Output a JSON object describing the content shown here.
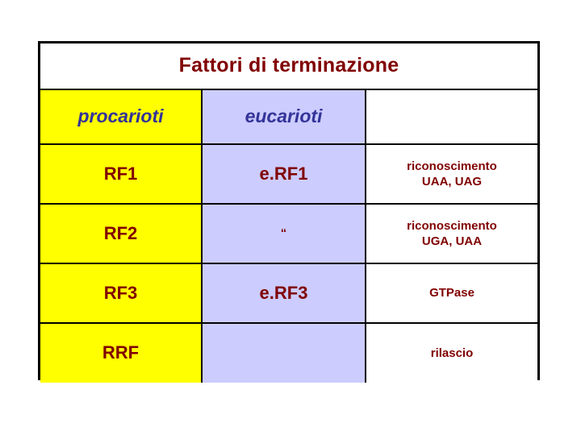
{
  "slide": {
    "title": "Fattori di terminazione",
    "background_color": "#FFFFFF",
    "title_color": "#800000"
  },
  "table": {
    "border_color": "#000000",
    "column_colors": {
      "prokaryotes": "#FFFF00",
      "eukaryotes": "#CCCCFF",
      "function": "#FFFFFF"
    },
    "header_text_color": "#333399",
    "body_text_color": "#800000",
    "headers": [
      {
        "label": "procarioti",
        "name": "prokaryotes"
      },
      {
        "label": "eucarioti",
        "name": "eukaryotes"
      },
      {
        "label": "",
        "name": "function"
      }
    ],
    "rows": [
      {
        "prokaryote": "RF1",
        "eukaryote": "e.RF1",
        "function_line1": "riconoscimento",
        "function_line2": "UAA, UAG"
      },
      {
        "prokaryote": "RF2",
        "eukaryote": "“",
        "function_line1": "riconoscimento",
        "function_line2": "UGA, UAA"
      },
      {
        "prokaryote": "RF3",
        "eukaryote": "e.RF3",
        "function_line1": "GTPase",
        "function_line2": ""
      },
      {
        "prokaryote": "RRF",
        "eukaryote": "",
        "function_line1": "rilascio",
        "function_line2": ""
      }
    ]
  }
}
